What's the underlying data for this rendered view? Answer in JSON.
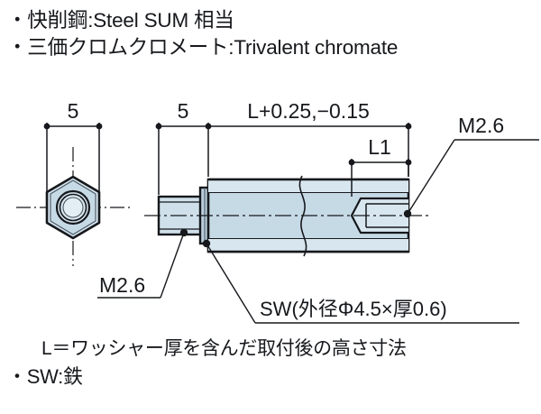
{
  "document": {
    "title": "Hex Standoff Technical Drawing"
  },
  "specs": {
    "lines": [
      "・快削鋼:Steel SUM 相当",
      "・三価クロムクロメート:Trivalent chromate"
    ]
  },
  "notes": {
    "length_definition": "L＝ワッシャー厚を含んだ取付後の高さ寸法",
    "washer_material": "・SW:鉄"
  },
  "drawing": {
    "dimensions": {
      "hex_across_flats_end_view": "5",
      "hex_across_flats_side_view": "5",
      "overall_length": "L+0.25,−0.15",
      "thread_depth": "L1"
    },
    "callouts": {
      "male_thread": "M2.6",
      "female_thread": "M2.6",
      "washer": "SW(外径Φ4.5×厚0.6)"
    },
    "colors": {
      "body_fill": "#c6dae6",
      "body_fill_light": "#d8e7ef",
      "outline": "#16181c",
      "background": "#ffffff"
    },
    "views": {
      "end_view_label": "hexagon-end-view",
      "side_view_label": "standoff-side-view"
    }
  }
}
